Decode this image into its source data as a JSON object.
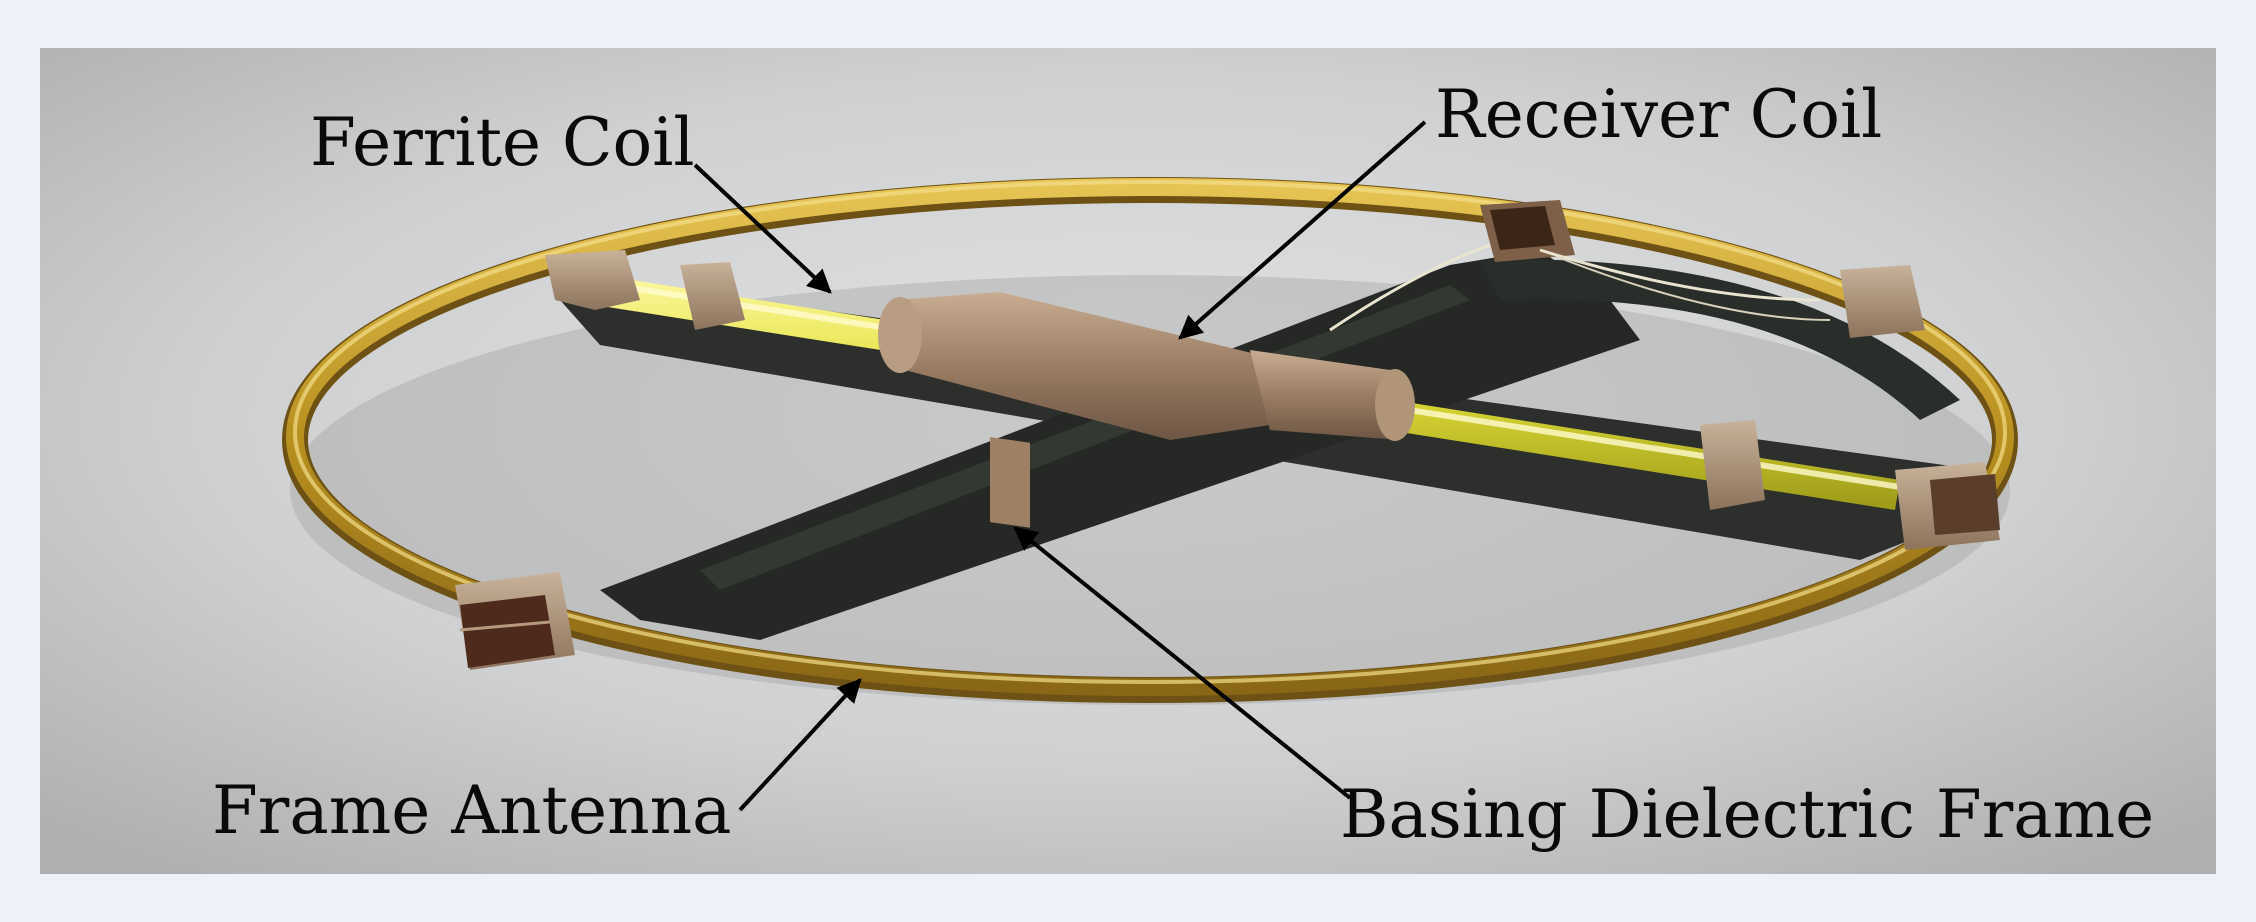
{
  "figure": {
    "labels": {
      "ferrite_coil": "Ferrite Coil",
      "receiver_coil": "Receiver Coil",
      "frame_antenna": "Frame Antenna",
      "basing_dielectric_frame": "Basing Dielectric Frame"
    },
    "colors": {
      "background_border": "#eef2f8",
      "photo_backdrop": "#c8c9ca",
      "ring_gold": "#c9a437",
      "ferrite_yellow": "#e6e34a",
      "dielectric_frame": "#2a2d2a",
      "receiver_coil_tan": "#a0856c",
      "arrow": "#000000"
    }
  }
}
